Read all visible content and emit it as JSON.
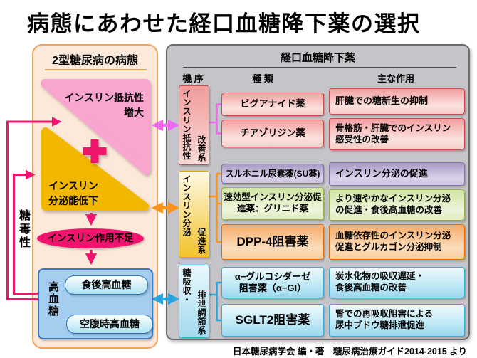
{
  "title": "病態にあわせた経口血糖降下薬の選択",
  "credit": "日本糖尿病学会 編・著　糖尿病治療ガイド2014-2015 より",
  "colors": {
    "deep_pink": "#F0146E",
    "resistance_link_magenta": "#EE6AEC",
    "secretion_link_orange": "#F7941D",
    "absorption_link_blue": "#2BA4DE",
    "left_panel_fill": "#FDE9D9",
    "right_panel_fill": "#C5C5C9"
  },
  "left_panel": {
    "title": "2型糖尿病の病態",
    "insulin_resistance": "インスリン抵抗性\n増大",
    "insulin_secretion": "インスリン\n分泌能低下",
    "insulin_action_deficiency": "インスリン作用不足",
    "glucotoxicity": "糖毒性",
    "hyperglycemia": "高血糖",
    "postprandial_hyperglycemia": "食後高血糖",
    "fasting_hyperglycemia": "空腹時高血糖"
  },
  "right_panel": {
    "title": "経口血糖降下薬",
    "columns": {
      "mechanism": "機 序",
      "type": "種 類",
      "action": "主な作用"
    },
    "mechanisms": [
      {
        "main": "インスリン抵抗性",
        "sub": "改善系"
      },
      {
        "main": "インスリン分泌",
        "sub": "促進系"
      },
      {
        "main": "糖吸収・",
        "sub": "排泄調節系"
      }
    ],
    "rows": [
      {
        "drug": "ビグアナイド薬",
        "action": "肝臓での糖新生の抑制"
      },
      {
        "drug": "チアゾリジン薬",
        "action": "骨格筋・肝臓でのインスリン\n感受性の改善"
      },
      {
        "drug": "スルホニル尿素薬(SU薬)",
        "action": "インスリン分泌の促進"
      },
      {
        "drug": "速効型インスリン分泌促\n進薬：グリニド薬",
        "action": "より速やかなインスリン分泌\nの促進・食後高血糖の改善"
      },
      {
        "drug": "DPP-4阻害薬",
        "action": "血糖依存性のインスリン分泌\n促進とグルカゴン分泌抑制"
      },
      {
        "drug": "α−グルコシダーゼ\n阻害薬（α−GI）",
        "action": "炭水化物の吸収遅延・\n食後高血糖の改善"
      },
      {
        "drug": "SGLT2阻害薬",
        "action": "腎での再吸収阻害による\n尿中ブドウ糖排泄促進"
      }
    ]
  }
}
